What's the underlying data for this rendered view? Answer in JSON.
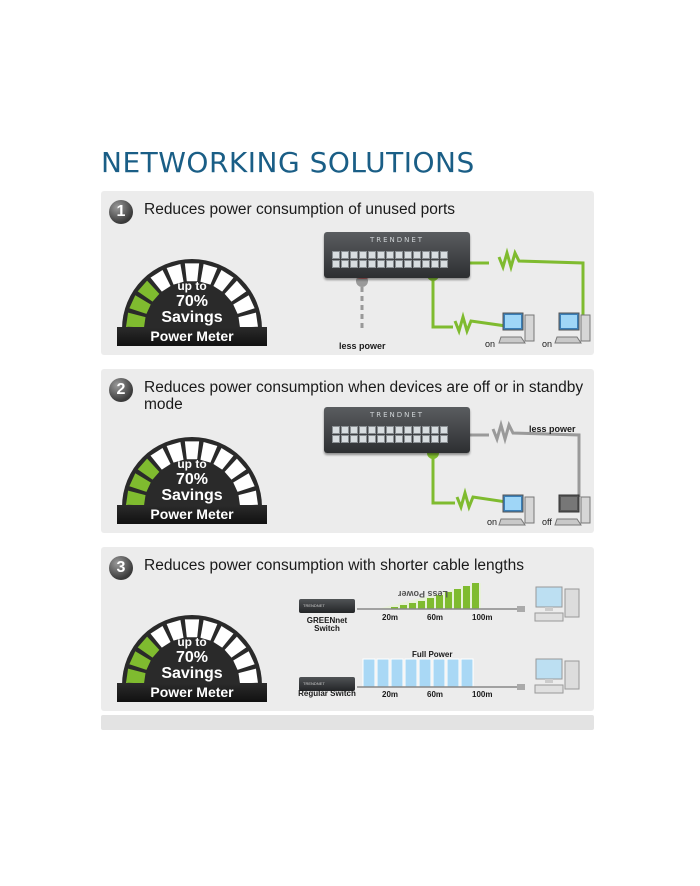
{
  "title": "NETWORKING SOLUTIONS",
  "meter": {
    "up_to": "up to",
    "percent": "70%",
    "savings": "Savings",
    "label": "Power Meter"
  },
  "panels": [
    {
      "number": "1",
      "heading": "Reduces power consumption of unused ports",
      "switch_brand": "TRENDNET",
      "less_power": "less power",
      "pc_labels": [
        "on",
        "on"
      ]
    },
    {
      "number": "2",
      "heading": "Reduces power consumption when devices are off or in standby mode",
      "switch_brand": "TRENDNET",
      "less_power": "less power",
      "pc_labels": [
        "on",
        "off"
      ]
    },
    {
      "number": "3",
      "heading": "Reduces power consumption with shorter cable lengths",
      "greennet_switch": "GREENnet Switch",
      "regular_switch": "Regular Switch",
      "less_power_rotated": "Less Power",
      "full_power": "Full Power",
      "distances": [
        "20m",
        "60m",
        "100m"
      ]
    }
  ],
  "colors": {
    "title": "#1a5e86",
    "green": "#7fbb2f",
    "grey_cable": "#9a9a9a",
    "bar_blue": "#a9d8f5",
    "panel_bg": "#ececec"
  }
}
